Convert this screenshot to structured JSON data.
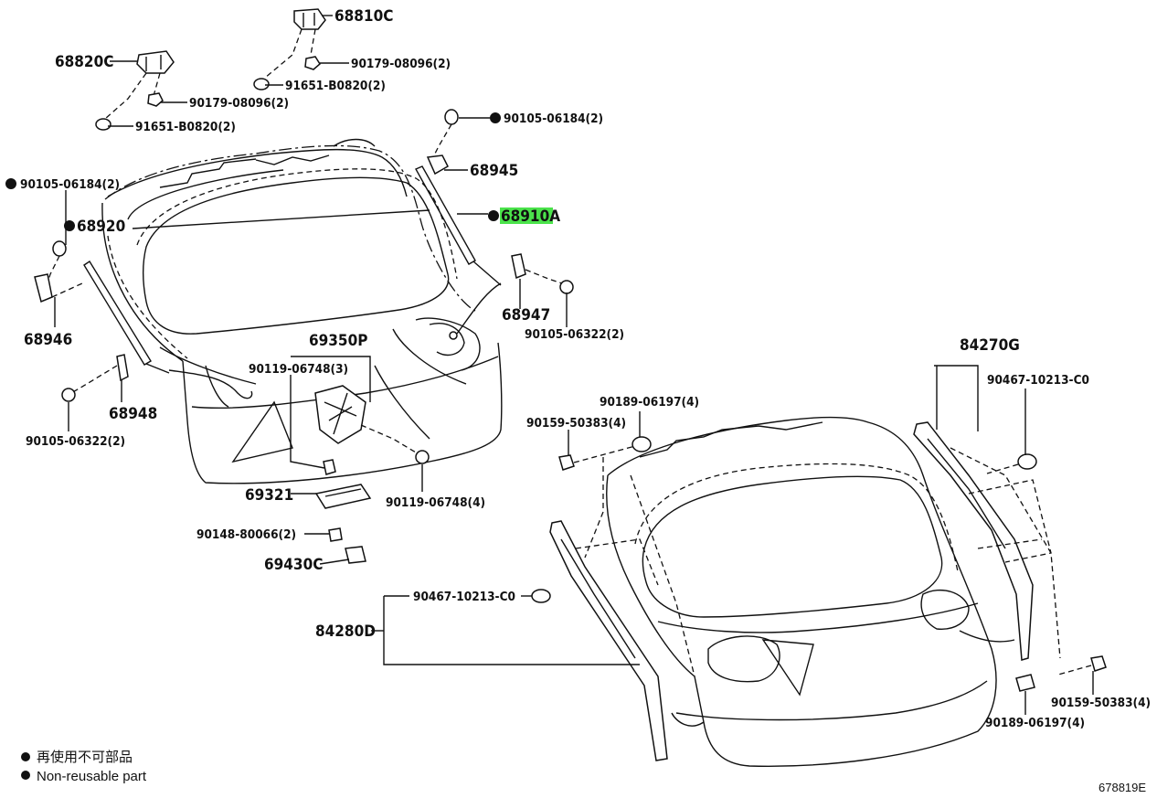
{
  "labels": [
    {
      "id": "68810C",
      "text": "68810C",
      "size": "lg"
    },
    {
      "id": "68820C",
      "text": "68820C",
      "size": "lg"
    },
    {
      "id": "90179_a",
      "text": "90179-08096(2)",
      "size": "sm"
    },
    {
      "id": "91651_a",
      "text": "91651-B0820(2)",
      "size": "sm"
    },
    {
      "id": "90179_b",
      "text": "90179-08096(2)",
      "size": "sm"
    },
    {
      "id": "91651_b",
      "text": "91651-B0820(2)",
      "size": "sm"
    },
    {
      "id": "90105_tr",
      "text": "90105-06184(2)",
      "size": "sm"
    },
    {
      "id": "68945",
      "text": "68945",
      "size": "lg"
    },
    {
      "id": "68910A",
      "text": "68910A",
      "size": "lg",
      "highlight": true
    },
    {
      "id": "90105_tl",
      "text": "90105-06184(2)",
      "size": "sm"
    },
    {
      "id": "68920",
      "text": "68920",
      "size": "lg"
    },
    {
      "id": "68946",
      "text": "68946",
      "size": "lg"
    },
    {
      "id": "68947",
      "text": "68947",
      "size": "lg"
    },
    {
      "id": "90105_mr",
      "text": "90105-06322(2)",
      "size": "sm"
    },
    {
      "id": "69350P",
      "text": "69350P",
      "size": "lg"
    },
    {
      "id": "90119_a",
      "text": "90119-06748(3)",
      "size": "sm"
    },
    {
      "id": "68948",
      "text": "68948",
      "size": "lg"
    },
    {
      "id": "90105_ml",
      "text": "90105-06322(2)",
      "size": "sm"
    },
    {
      "id": "90119_b",
      "text": "90119-06748(4)",
      "size": "sm"
    },
    {
      "id": "69321",
      "text": "69321",
      "size": "lg"
    },
    {
      "id": "90148",
      "text": "90148-80066(2)",
      "size": "sm"
    },
    {
      "id": "69430C",
      "text": "69430C",
      "size": "lg"
    },
    {
      "id": "84270G",
      "text": "84270G",
      "size": "lg"
    },
    {
      "id": "90467_a",
      "text": "90467-10213-C0",
      "size": "sm"
    },
    {
      "id": "90189_a",
      "text": "90189-06197(4)",
      "size": "sm"
    },
    {
      "id": "90159_a",
      "text": "90159-50383(4)",
      "size": "sm"
    },
    {
      "id": "90467_b",
      "text": "90467-10213-C0",
      "size": "sm"
    },
    {
      "id": "84280D",
      "text": "84280D",
      "size": "lg"
    },
    {
      "id": "90159_b",
      "text": "90159-50383(4)",
      "size": "sm"
    },
    {
      "id": "90189_b",
      "text": "90189-06197(4)",
      "size": "sm"
    }
  ],
  "legend": {
    "jp": "再使用不可部品",
    "en": "Non-reusable part"
  },
  "diagram_code": "678819E",
  "colors": {
    "ink": "#111111",
    "highlight": "#4be34b",
    "background": "#ffffff"
  }
}
